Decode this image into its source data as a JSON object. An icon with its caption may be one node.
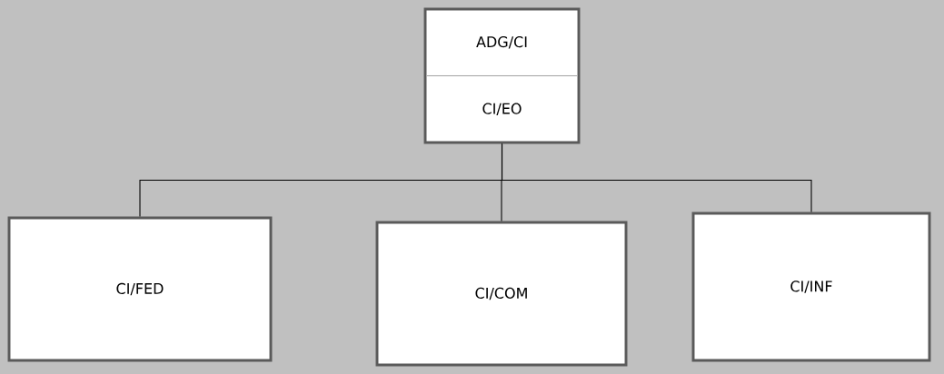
{
  "diagram": {
    "nodes": [
      {
        "text": [
          "ADG/CI",
          "CI/EO"
        ]
      },
      {
        "text": [
          "CI/FED"
        ]
      },
      {
        "text": [
          "CI/COM"
        ]
      },
      {
        "text": [
          "CI/INF"
        ]
      }
    ],
    "edges": [
      {
        "from": 0,
        "to": 1,
        "arrow": "none"
      },
      {
        "from": 0,
        "to": 2,
        "arrow": "none"
      },
      {
        "from": 0,
        "to": 3,
        "arrow": "none"
      }
    ]
  }
}
